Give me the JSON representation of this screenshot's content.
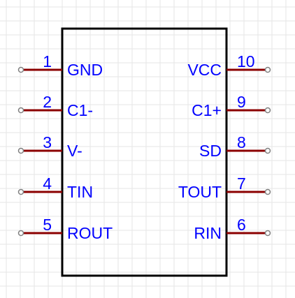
{
  "colors": {
    "background": "#ffffff",
    "grid": "#e6e6e6",
    "body_outline": "#000000",
    "pin_line": "#8b0000",
    "pin_end": "#7f7f7f",
    "text": "#0000ff"
  },
  "pins_left": [
    {
      "number": "1",
      "name": "GND"
    },
    {
      "number": "2",
      "name": "C1-"
    },
    {
      "number": "3",
      "name": "V-"
    },
    {
      "number": "4",
      "name": "TIN"
    },
    {
      "number": "5",
      "name": "ROUT"
    }
  ],
  "pins_right": [
    {
      "number": "10",
      "name": "VCC"
    },
    {
      "number": "9",
      "name": "C1+"
    },
    {
      "number": "8",
      "name": "SD"
    },
    {
      "number": "7",
      "name": "TOUT"
    },
    {
      "number": "6",
      "name": "RIN"
    }
  ]
}
